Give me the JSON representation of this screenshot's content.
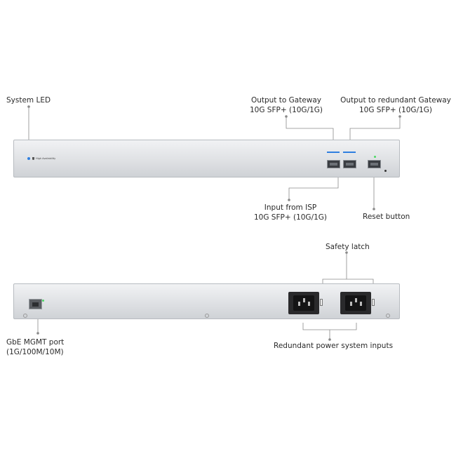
{
  "front_panel": {
    "system_led": "System LED",
    "output_gateway": [
      "Output to Gateway",
      "10G SFP+ (10G/1G)"
    ],
    "output_redundant": [
      "Output to redundant Gateway",
      "10G SFP+ (10G/1G)"
    ],
    "input_isp": [
      "Input from ISP",
      "10G SFP+ (10G/1G)"
    ],
    "reset_button": "Reset button",
    "led_status_text": "High Availability"
  },
  "rear_panel": {
    "safety_latch": "Safety latch",
    "gbe_mgmt": [
      "GbE MGMT port",
      "(1G/100M/10M)"
    ],
    "redundant_power": "Redundant power system inputs"
  },
  "colors": {
    "chassis": "#dfe1e4",
    "led_blue": "#2f7fe0",
    "port_active": "#2f7fe0",
    "led_green": "#4cd964"
  }
}
